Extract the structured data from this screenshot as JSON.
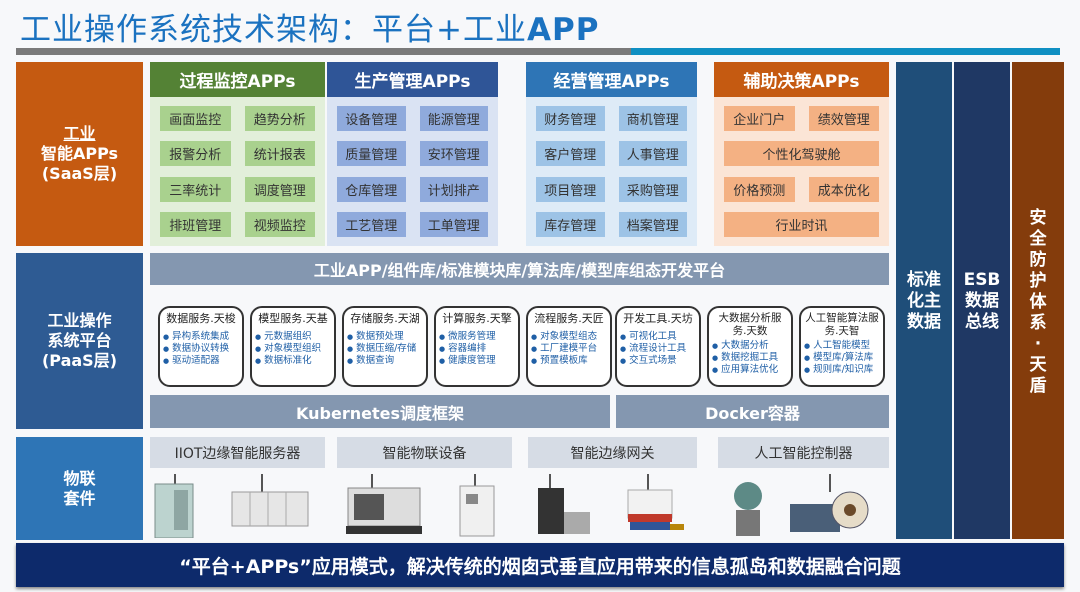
{
  "title": {
    "main": "工业操作系统技术架构：平台+工业",
    "bold": "APP"
  },
  "layers": {
    "saas": [
      "工业",
      "智能APPs",
      "(SaaS层)"
    ],
    "paas": [
      "工业操作",
      "系统平台",
      "(PaaS层)"
    ],
    "iot": [
      "物联",
      "套件"
    ]
  },
  "app_groups": [
    {
      "title": "过程监控APPs",
      "items": [
        "画面监控",
        "趋势分析",
        "报警分析",
        "统计报表",
        "三率统计",
        "调度管理",
        "排班管理",
        "视频监控"
      ]
    },
    {
      "title": "生产管理APPs",
      "items": [
        "设备管理",
        "能源管理",
        "质量管理",
        "安环管理",
        "仓库管理",
        "计划排产",
        "工艺管理",
        "工单管理"
      ]
    },
    {
      "title": "经营管理APPs",
      "items": [
        "财务管理",
        "商机管理",
        "客户管理",
        "人事管理",
        "项目管理",
        "采购管理",
        "库存管理",
        "档案管理"
      ]
    },
    {
      "title": "辅助决策APPs",
      "items": [
        "企业门户",
        "绩效管理",
        "个性化驾驶舱",
        "价格预测",
        "成本优化",
        "行业时讯"
      ]
    }
  ],
  "right_columns": {
    "standard": "标准化主数据",
    "esb": [
      "ESB",
      "数据",
      "总线"
    ],
    "security": "安全防护体系·天盾"
  },
  "paas": {
    "dev_platform": "工业APP/组件库/标准模块库/算法库/模型库组态开发平台",
    "services": [
      {
        "title": "数据服务.天梭",
        "items": [
          "异构系统集成",
          "数据协议转换",
          "驱动适配器"
        ]
      },
      {
        "title": "模型服务.天基",
        "items": [
          "元数据组织",
          "对象模型组织",
          "数据标准化"
        ]
      },
      {
        "title": "存储服务.天湖",
        "items": [
          "数据预处理",
          "数据压缩/存储",
          "数据查询"
        ]
      },
      {
        "title": "计算服务.天擎",
        "items": [
          "微服务管理",
          "容器编排",
          "健康度管理"
        ]
      },
      {
        "title": "流程服务.天匠",
        "items": [
          "对象模型组态",
          "工厂建模平台",
          "预置模板库"
        ]
      },
      {
        "title": "开发工具.天坊",
        "items": [
          "可视化工具",
          "流程设计工具",
          "交互式场景"
        ]
      },
      {
        "title": "大数据分析服务.天数",
        "items": [
          "大数据分析",
          "数据挖掘工具",
          "应用算法优化"
        ]
      },
      {
        "title": "人工智能算法服务.天智",
        "items": [
          "人工智能模型",
          "模型库/算法库",
          "规则库/知识库"
        ]
      }
    ],
    "kubernetes": "Kubernetes调度框架",
    "docker": "Docker容器"
  },
  "iot": {
    "categories": [
      "IIOT边缘智能服务器",
      "智能物联设备",
      "智能边缘网关",
      "人工智能控制器"
    ]
  },
  "banner": "“平台+APPs”应用模式，解决传统的烟囱式垂直应用带来的信息孤岛和数据融合问题",
  "colors": {
    "title": "#1b72c0",
    "saas": "#c55a11",
    "paas": "#2e5b93",
    "iot": "#2e75b6",
    "banner": "#0d2a6b"
  }
}
